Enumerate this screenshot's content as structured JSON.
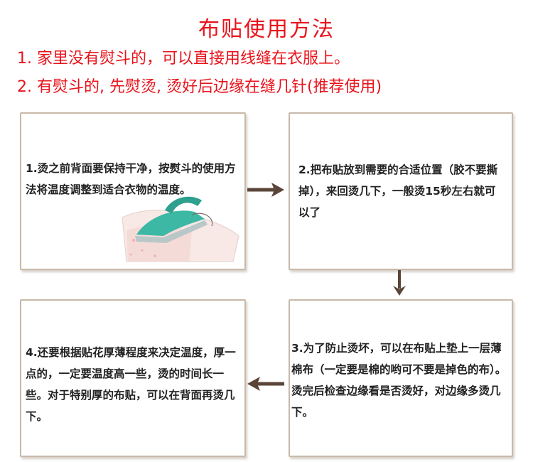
{
  "title": "布贴使用方法",
  "notes": [
    "1. 家里没有熨斗的，可以直接用线缝在衣服上。",
    "2. 有熨斗的, 先熨烫, 烫好后边缘在缝几针(推荐使用)"
  ],
  "steps": [
    "1.烫之前背面要保持干净，按熨斗的使用方法将温度调整到适合衣物的温度。",
    "2.把布贴放到需要的合适位置（胶不要撕掉），来回烫几下，一般烫15秒左右就可以了",
    "3.为了防止烫坏，可以在布贴上垫上一层薄棉布（一定要是棉的哟可不要是掉色的布）。烫完后检查边缘看是否烫好，对边缘多烫几下。",
    "4.还要根据贴花厚薄程度来决定温度，厚一点的，一定要温度高一些，烫的时间长一些。对于特别厚的布贴，可以在背面再烫几下。"
  ],
  "colors": {
    "heading": "#e8131b",
    "arrow": "#5a4538",
    "box_border": "#c9b9a9",
    "iron": "#3cb8a5"
  },
  "icons": {
    "illustration": "iron-on-fabric-illustration",
    "arrow_right": "right-arrow",
    "arrow_down": "down-arrow",
    "arrow_left": "left-arrow"
  }
}
